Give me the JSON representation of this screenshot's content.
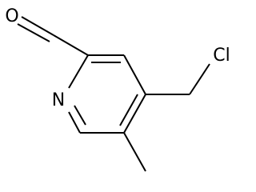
{
  "molecule": {
    "atoms": [
      {
        "id": "O1",
        "label": "O"
      },
      {
        "id": "N1",
        "label": "N"
      },
      {
        "id": "Cl1",
        "label": "Cl"
      }
    ]
  },
  "colors": {
    "bond": "#000000",
    "label": "#000000",
    "background": "#ffffff"
  }
}
